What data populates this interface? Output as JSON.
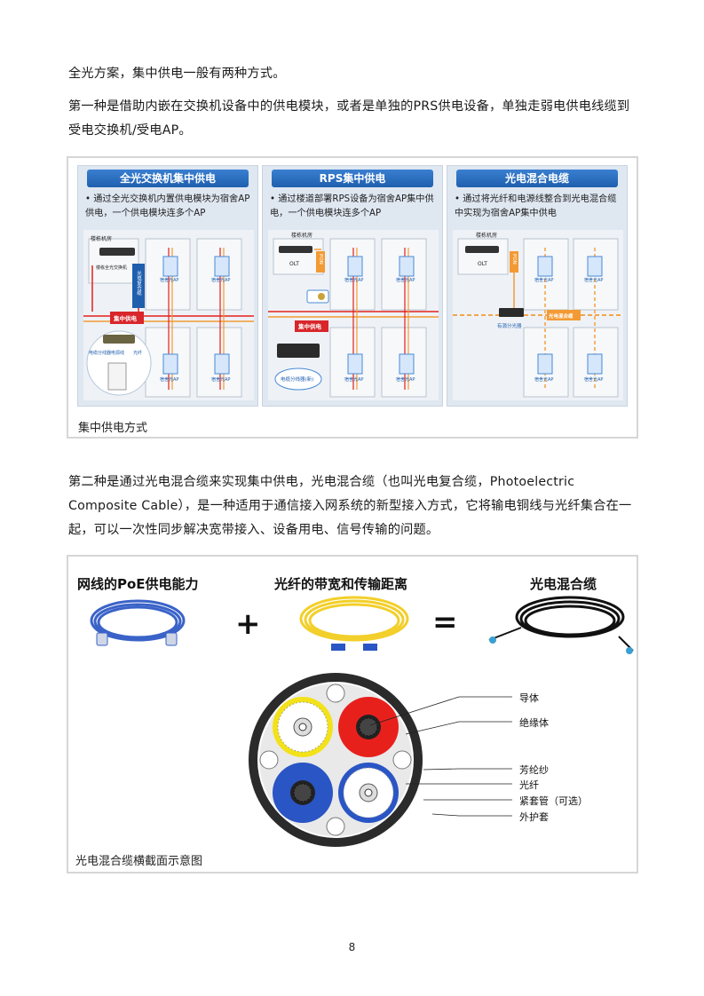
{
  "paragraphs": {
    "p1": "全光方案，集中供电一般有两种方式。",
    "p2": "第一种是借助内嵌在交换机设备中的供电模块，或者是单独的PRS供电设备，单独走弱电供电线缆到受电交换机/受电AP。",
    "p3": "第二种是通过光电混合缆来实现集中供电，光电混合缆（也叫光电复合缆，Photoelectric Composite Cable），是一种适用于通信接入网系统的新型接入方式，它将输电铜线与光纤集合在一起，可以一次性同步解决宽带接入、设备用电、信号传输的问题。"
  },
  "figure1": {
    "caption": "集中供电方式",
    "panels": [
      {
        "title": "全光交换机集中供电",
        "desc": "通过全光交换机内置供电模块为宿舍AP供电，一个供电模块连多个AP",
        "labels": {
          "room": "楼栋机房",
          "switch": "楼栋全光交换机",
          "cable_vert": "光电复合缆",
          "feed": "集中供电",
          "splitter": "电缆分线器电源线",
          "ap1": "宿舍光AP",
          "ap2": "宿舍光AP",
          "ap3": "宿舍光AP",
          "ap4": "宿舍光AP",
          "light": "光纤"
        }
      },
      {
        "title": "RPS集中供电",
        "desc": "通过楼道部署RPS设备为宿舍AP集中供电，一个供电模块连多个AP",
        "labels": {
          "room": "楼栋机房",
          "olt": "OLT",
          "pon": "PON",
          "feed": "集中供电",
          "rps": "电缆分线器(新)",
          "ap1": "宿舍光AP",
          "ap2": "宿舍光AP",
          "ap3": "宿舍光AP",
          "ap4": "宿舍光AP"
        }
      },
      {
        "title": "光电混合电缆",
        "desc": "通过将光纤和电源线整合到光电混合缆中实现为宿舍AP集中供电",
        "labels": {
          "room": "楼栋机房",
          "olt": "OLT",
          "pon": "PON",
          "hybrid": "光电混合缆",
          "box": "有源分光器",
          "ap1": "宿舍光AP",
          "ap2": "宿舍光AP",
          "ap3": "宿舍光AP",
          "ap4": "宿舍光AP"
        }
      }
    ]
  },
  "figure2": {
    "caption": "光电混合缆横截面示意图",
    "titles": {
      "left": "网线的PoE供电能力",
      "middle": "光纤的带宽和传输距离",
      "right": "光电混合缆"
    },
    "operators": {
      "plus": "+",
      "equals": "="
    },
    "cross_section_labels": [
      "导体",
      "绝缘体",
      "芳纶纱",
      "光纤",
      "紧套管（可选）",
      "外护套"
    ],
    "colors": {
      "cat_cable": "#3a63c8",
      "fiber_cable": "#f2cf2a",
      "hybrid_cable": "#111111",
      "conductor_jacket": "#e8201c",
      "blue_jacket": "#2a55c5",
      "yellow_ring": "#f3e11a"
    }
  },
  "page_number": "8"
}
